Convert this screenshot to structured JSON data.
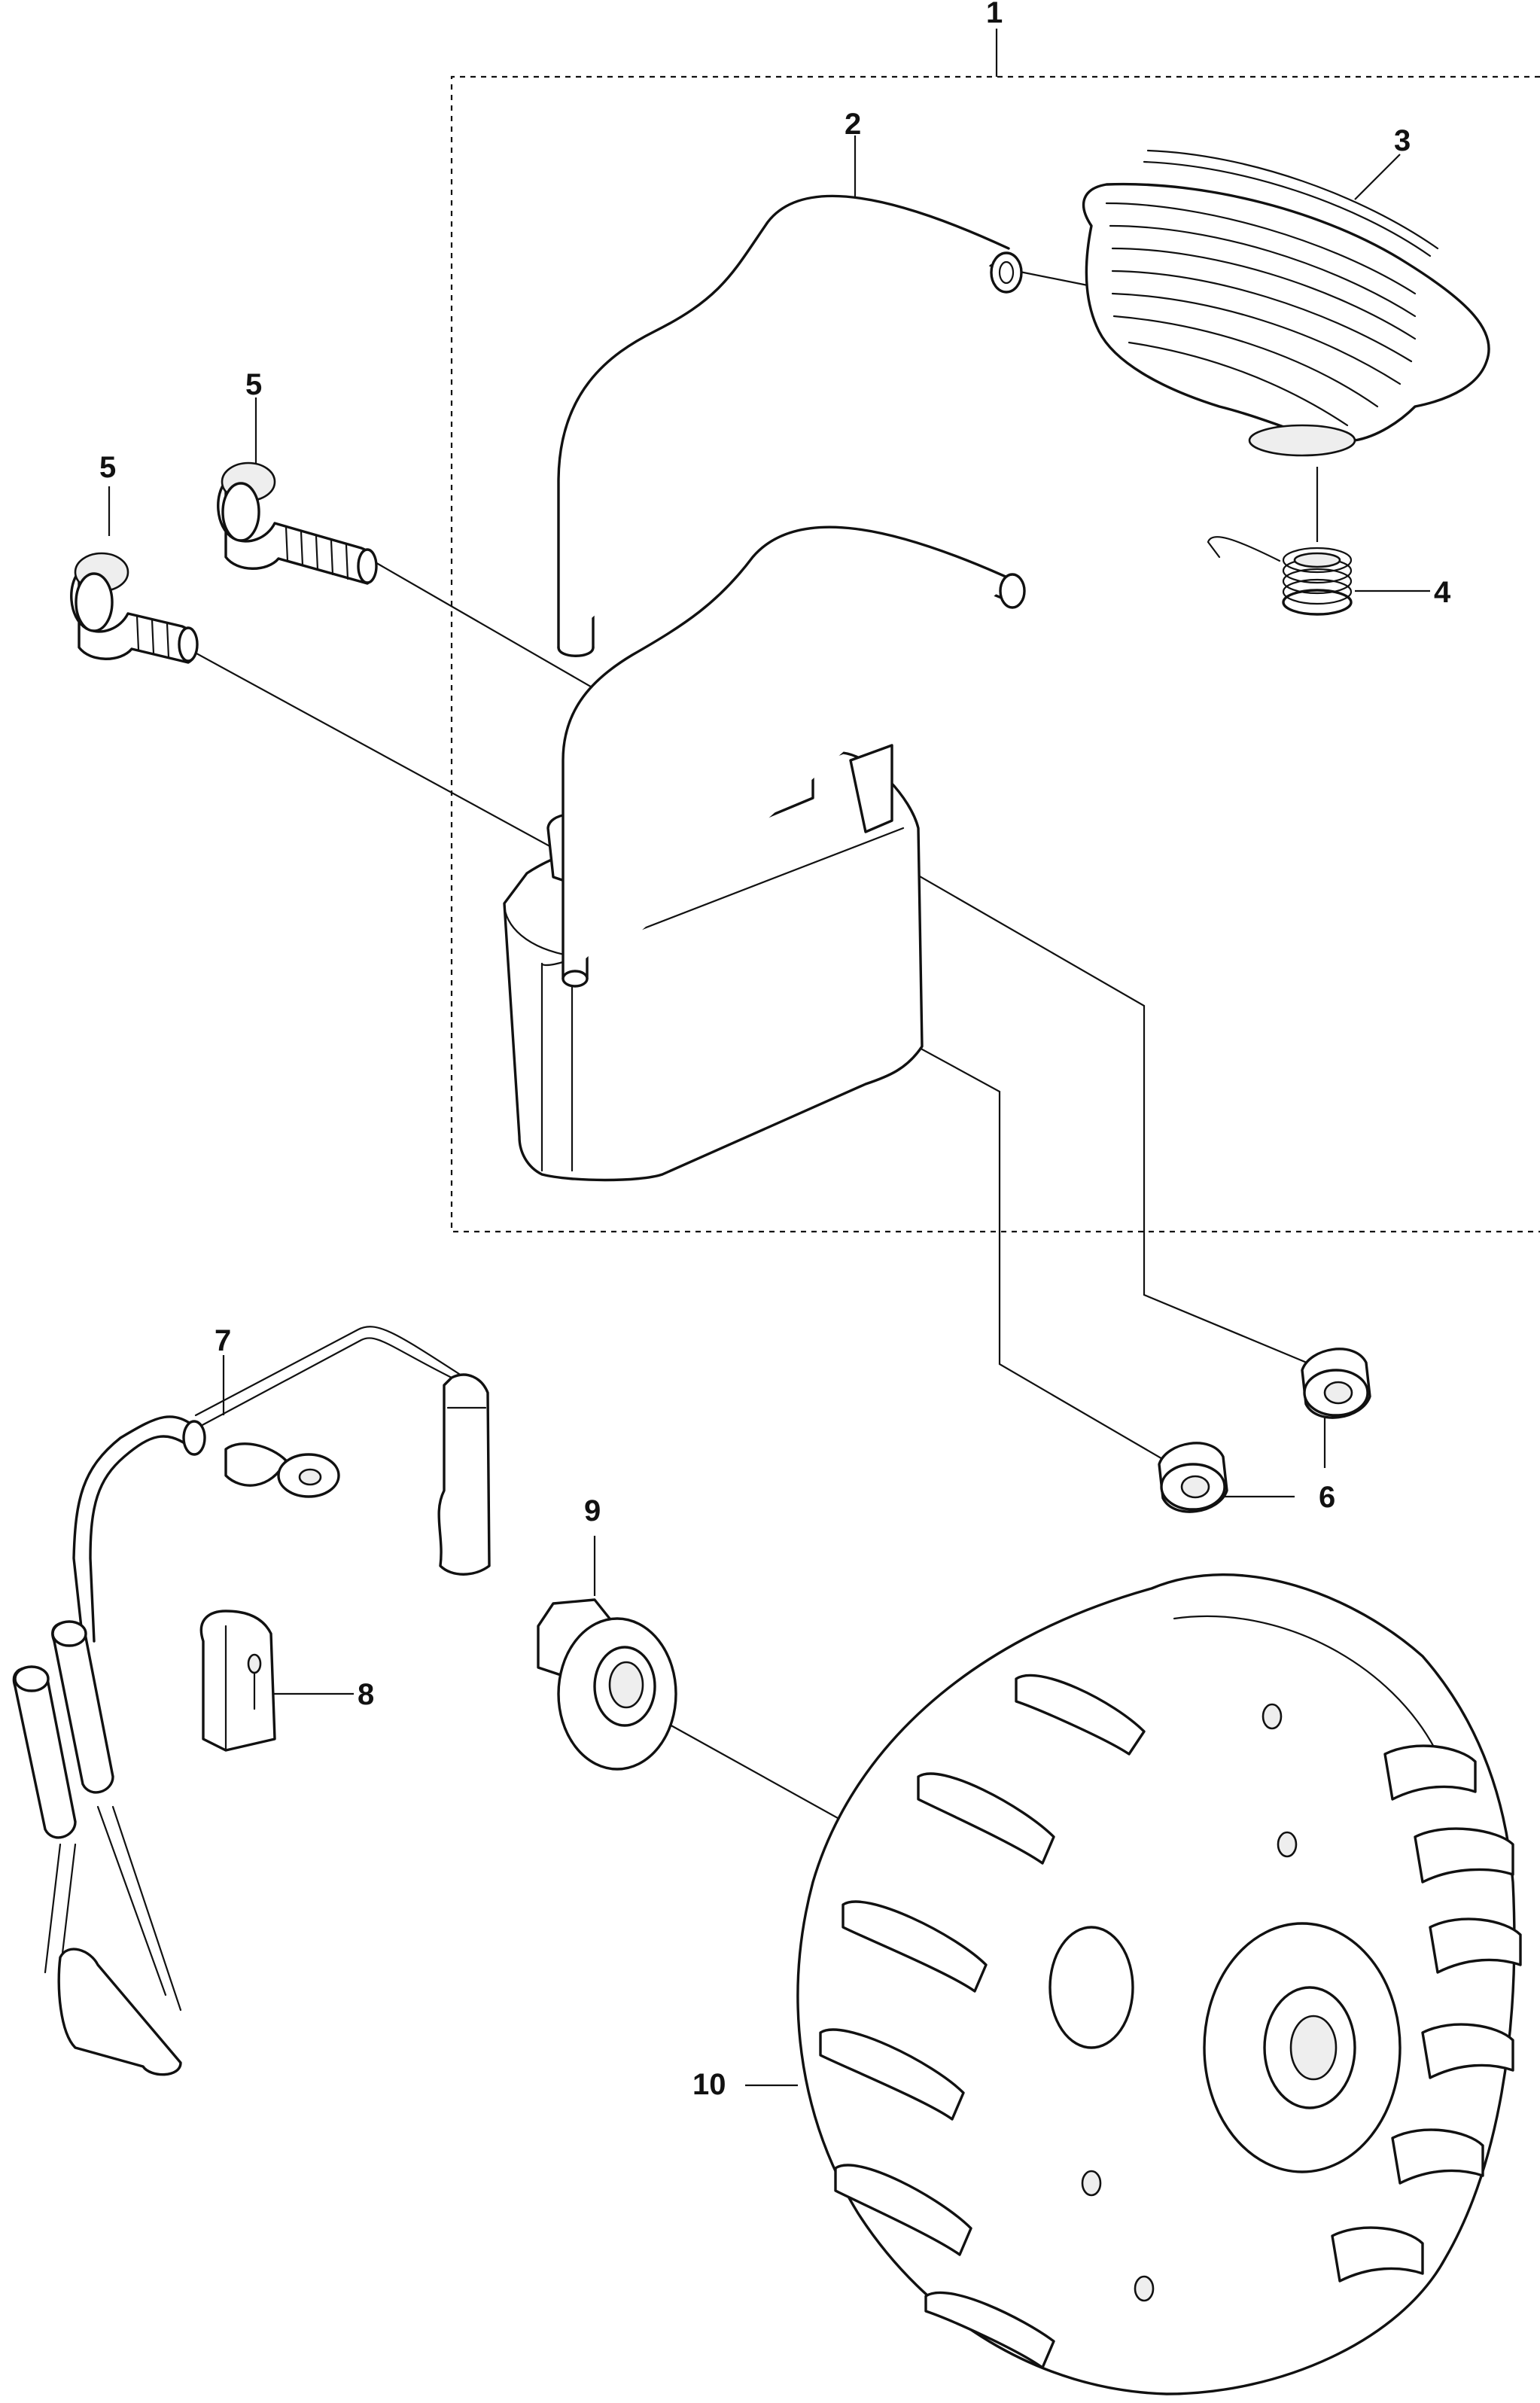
{
  "diagram": {
    "callouts": [
      {
        "id": "1",
        "label": "1"
      },
      {
        "id": "2",
        "label": "2"
      },
      {
        "id": "3",
        "label": "3"
      },
      {
        "id": "4",
        "label": "4"
      },
      {
        "id": "5a",
        "label": "5"
      },
      {
        "id": "5b",
        "label": "5"
      },
      {
        "id": "6",
        "label": "6"
      },
      {
        "id": "7",
        "label": "7"
      },
      {
        "id": "8",
        "label": "8"
      },
      {
        "id": "9",
        "label": "9"
      },
      {
        "id": "10",
        "label": "10"
      }
    ],
    "parts": [
      {
        "callout": "1",
        "icon": "ignition-module-assembly-group"
      },
      {
        "callout": "2",
        "icon": "fuel-hose-icon"
      },
      {
        "callout": "3",
        "icon": "rubber-grip-cover-icon"
      },
      {
        "callout": "4",
        "icon": "coil-spring-icon"
      },
      {
        "callout": "5",
        "icon": "shoulder-screw-icon"
      },
      {
        "callout": "6",
        "icon": "spacer-washer-icon"
      },
      {
        "callout": "7",
        "icon": "wire-harness-icon"
      },
      {
        "callout": "8",
        "icon": "cable-clip-icon"
      },
      {
        "callout": "9",
        "icon": "flange-nut-icon"
      },
      {
        "callout": "10",
        "icon": "flywheel-icon"
      }
    ],
    "colors": {
      "line": "#111111",
      "background": "#ffffff"
    }
  }
}
